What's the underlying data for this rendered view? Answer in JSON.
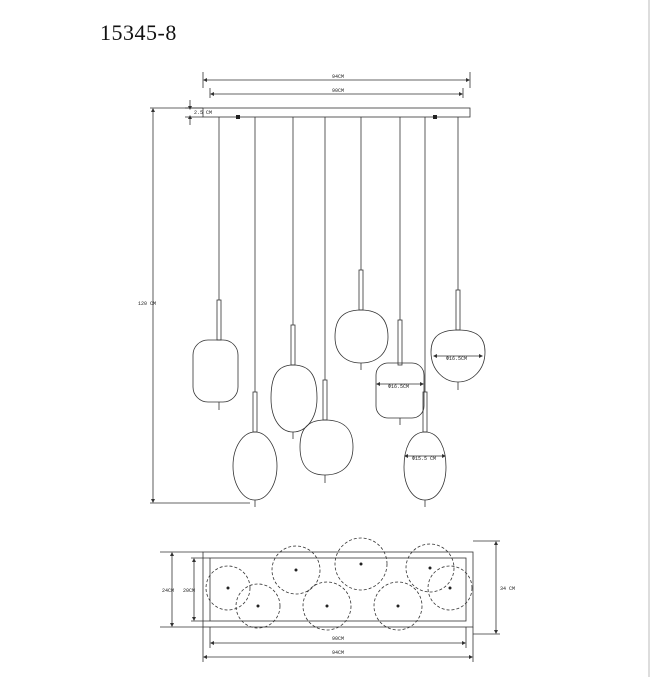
{
  "model": "15345-8",
  "front_view": {
    "canopy_outer_width": "94CM",
    "canopy_inner_width": "90CM",
    "canopy_height": "2.5 CM",
    "total_height": "120 CM",
    "diameter_a": "Φ16.5CM",
    "diameter_b": "Φ16.5CM",
    "diameter_c": "Φ15.5 CM"
  },
  "top_view": {
    "inner_depth": "20CM",
    "outer_depth": "24CM",
    "overall_depth": "34 CM",
    "inner_length": "90CM",
    "outer_length": "94CM"
  }
}
